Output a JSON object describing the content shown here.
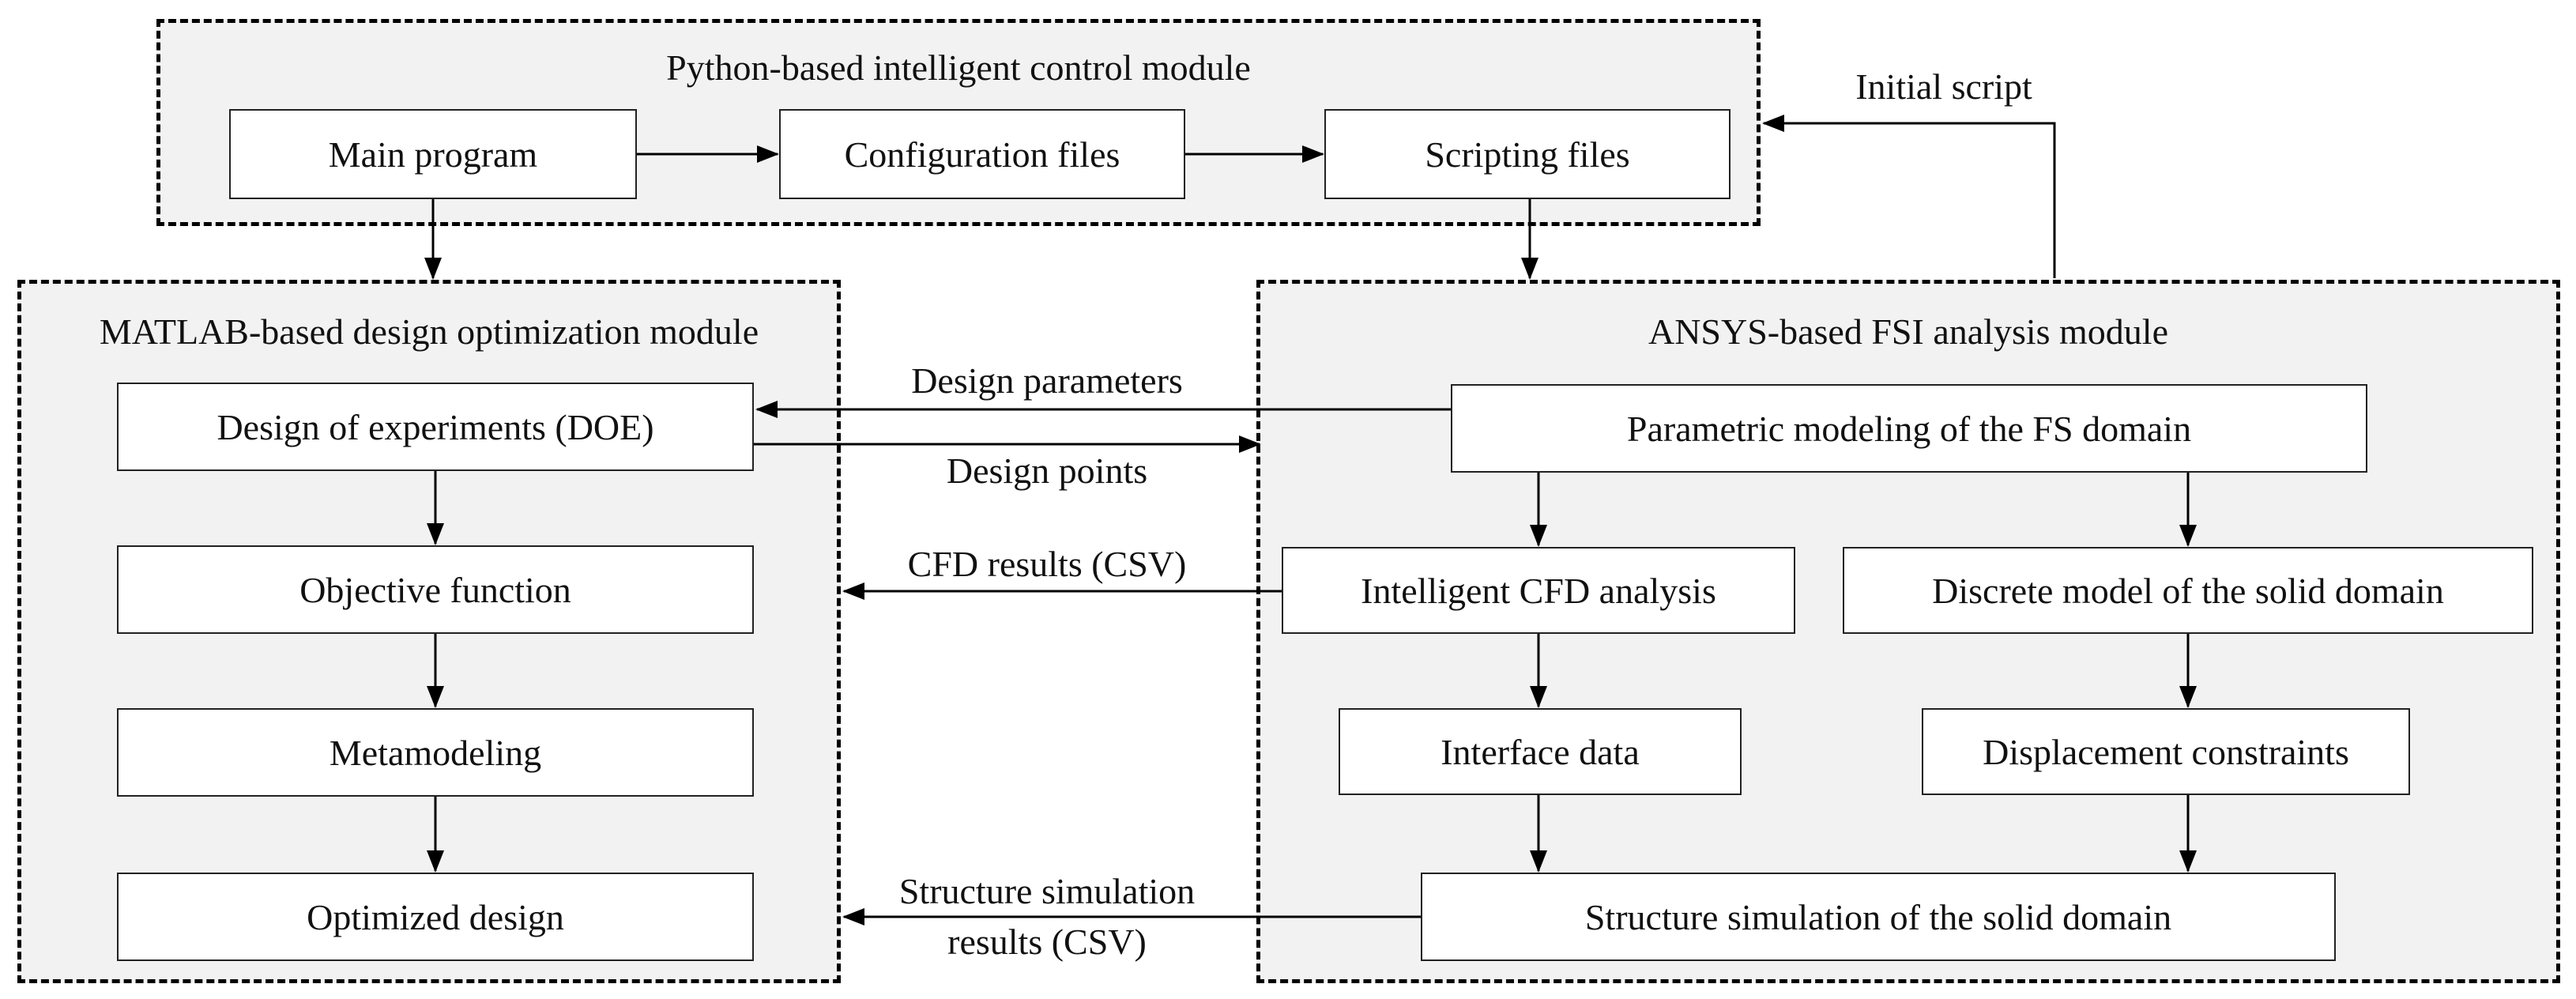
{
  "modules": {
    "python": {
      "title": "Python-based intelligent control module",
      "main_program": "Main program",
      "configuration_files": "Configuration files",
      "scripting_files": "Scripting files"
    },
    "matlab": {
      "title": "MATLAB-based design optimization module",
      "doe": "Design of experiments (DOE)",
      "objective_function": "Objective function",
      "metamodeling": "Metamodeling",
      "optimized_design": "Optimized design"
    },
    "ansys": {
      "title": "ANSYS-based FSI analysis module",
      "parametric_modeling": "Parametric modeling of the FS domain",
      "cfd_analysis": "Intelligent CFD analysis",
      "discrete_model": "Discrete model of the solid domain",
      "interface_data": "Interface data",
      "displacement_constraints": "Displacement constraints",
      "structure_simulation": "Structure simulation of the solid domain"
    }
  },
  "flows": {
    "initial_script": "Initial script",
    "design_parameters": "Design parameters",
    "design_points": "Design points",
    "cfd_results": "CFD results (CSV)",
    "structure_results_line1": "Structure simulation",
    "structure_results_line2": "results (CSV)"
  }
}
